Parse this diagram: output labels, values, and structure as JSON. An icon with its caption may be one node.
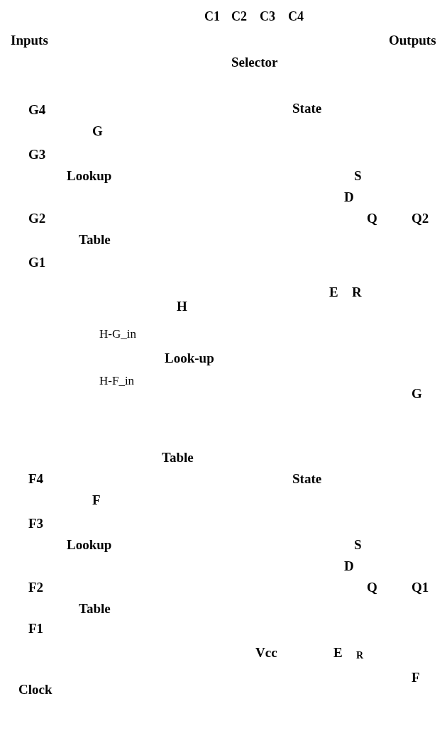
{
  "diagram": {
    "labels": [
      "C1",
      "C2",
      "C3",
      "C4",
      "Inputs",
      "Outputs",
      "Selector",
      "G4",
      "State",
      "G",
      "G3",
      "Lookup",
      "S",
      "D",
      "G2",
      "Q",
      "Q2",
      "Table",
      "G1",
      "E",
      "R",
      "H",
      "H-G_in",
      "Look-up",
      "H-F_in",
      "G",
      "Table",
      "F4",
      "State",
      "F",
      "F3",
      "Lookup",
      "S",
      "D",
      "F2",
      "Q",
      "Q1",
      "Table",
      "F1",
      "Vcc",
      "E",
      "R",
      "F",
      "Clock"
    ]
  }
}
